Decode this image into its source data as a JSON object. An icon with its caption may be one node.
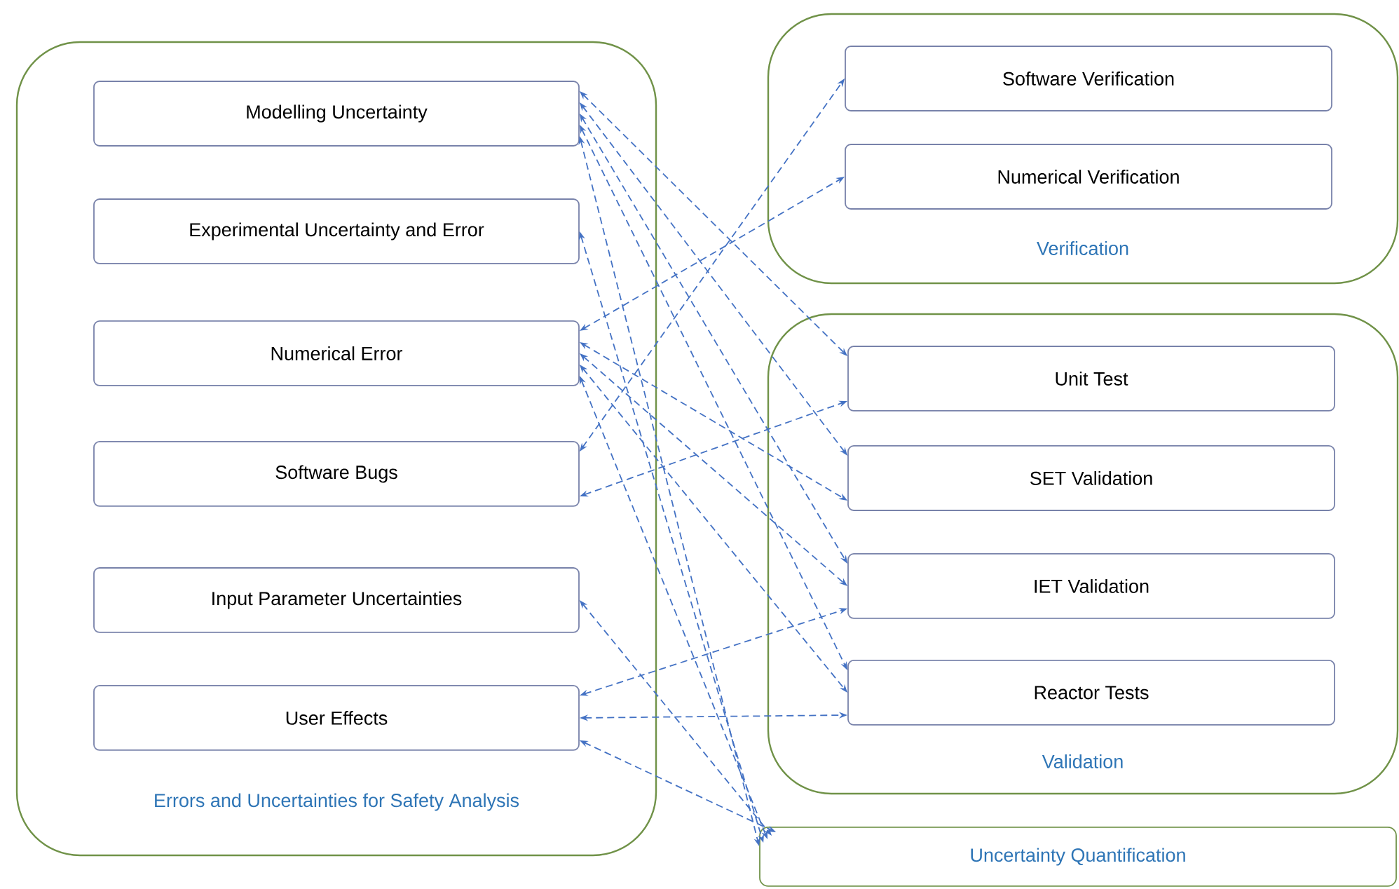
{
  "diagram": {
    "nodes": [
      {
        "text": [
          "Errors and Uncertainties for Safety Analysis"
        ]
      },
      {
        "text": [
          "Modelling Uncertainty"
        ],
        "in": 0
      },
      {
        "text": [
          "Experimental Uncertainty and Error"
        ],
        "in": 0
      },
      {
        "text": [
          "Numerical Error"
        ],
        "in": 0
      },
      {
        "text": [
          "Software Bugs"
        ],
        "in": 0
      },
      {
        "text": [
          "Input Parameter Uncertainties"
        ],
        "in": 0
      },
      {
        "text": [
          "User Effects"
        ],
        "in": 0
      },
      {
        "text": [
          "Verification"
        ]
      },
      {
        "text": [
          "Software  Verification"
        ],
        "in": 7
      },
      {
        "text": [
          "Numerical Verification"
        ],
        "in": 7
      },
      {
        "text": [
          "Validation"
        ]
      },
      {
        "text": [
          "Unit Test"
        ],
        "in": 10
      },
      {
        "text": [
          "SET Validation"
        ],
        "in": 10
      },
      {
        "text": [
          "IET Validation"
        ],
        "in": 10
      },
      {
        "text": [
          "Reactor Tests"
        ],
        "in": 10
      },
      {
        "text": [
          "Uncertainty Quantification"
        ]
      }
    ],
    "edges": [
      {
        "from": 1,
        "to": 11,
        "arrow": "both"
      },
      {
        "from": 1,
        "to": 12,
        "arrow": "both"
      },
      {
        "from": 1,
        "to": 13,
        "arrow": "both"
      },
      {
        "from": 1,
        "to": 14,
        "arrow": "both"
      },
      {
        "from": 1,
        "to": 15,
        "arrow": "both"
      },
      {
        "from": 2,
        "to": 15,
        "arrow": "both"
      },
      {
        "from": 3,
        "to": 9,
        "arrow": "both"
      },
      {
        "from": 3,
        "to": 12,
        "arrow": "both"
      },
      {
        "from": 3,
        "to": 13,
        "arrow": "both"
      },
      {
        "from": 3,
        "to": 14,
        "arrow": "both"
      },
      {
        "from": 3,
        "to": 15,
        "arrow": "both"
      },
      {
        "from": 4,
        "to": 8,
        "arrow": "both"
      },
      {
        "from": 4,
        "to": 11,
        "arrow": "both"
      },
      {
        "from": 5,
        "to": 15,
        "arrow": "both"
      },
      {
        "from": 6,
        "to": 13,
        "arrow": "both"
      },
      {
        "from": 6,
        "to": 14,
        "arrow": "both"
      },
      {
        "from": 6,
        "to": 15,
        "arrow": "both"
      }
    ]
  }
}
